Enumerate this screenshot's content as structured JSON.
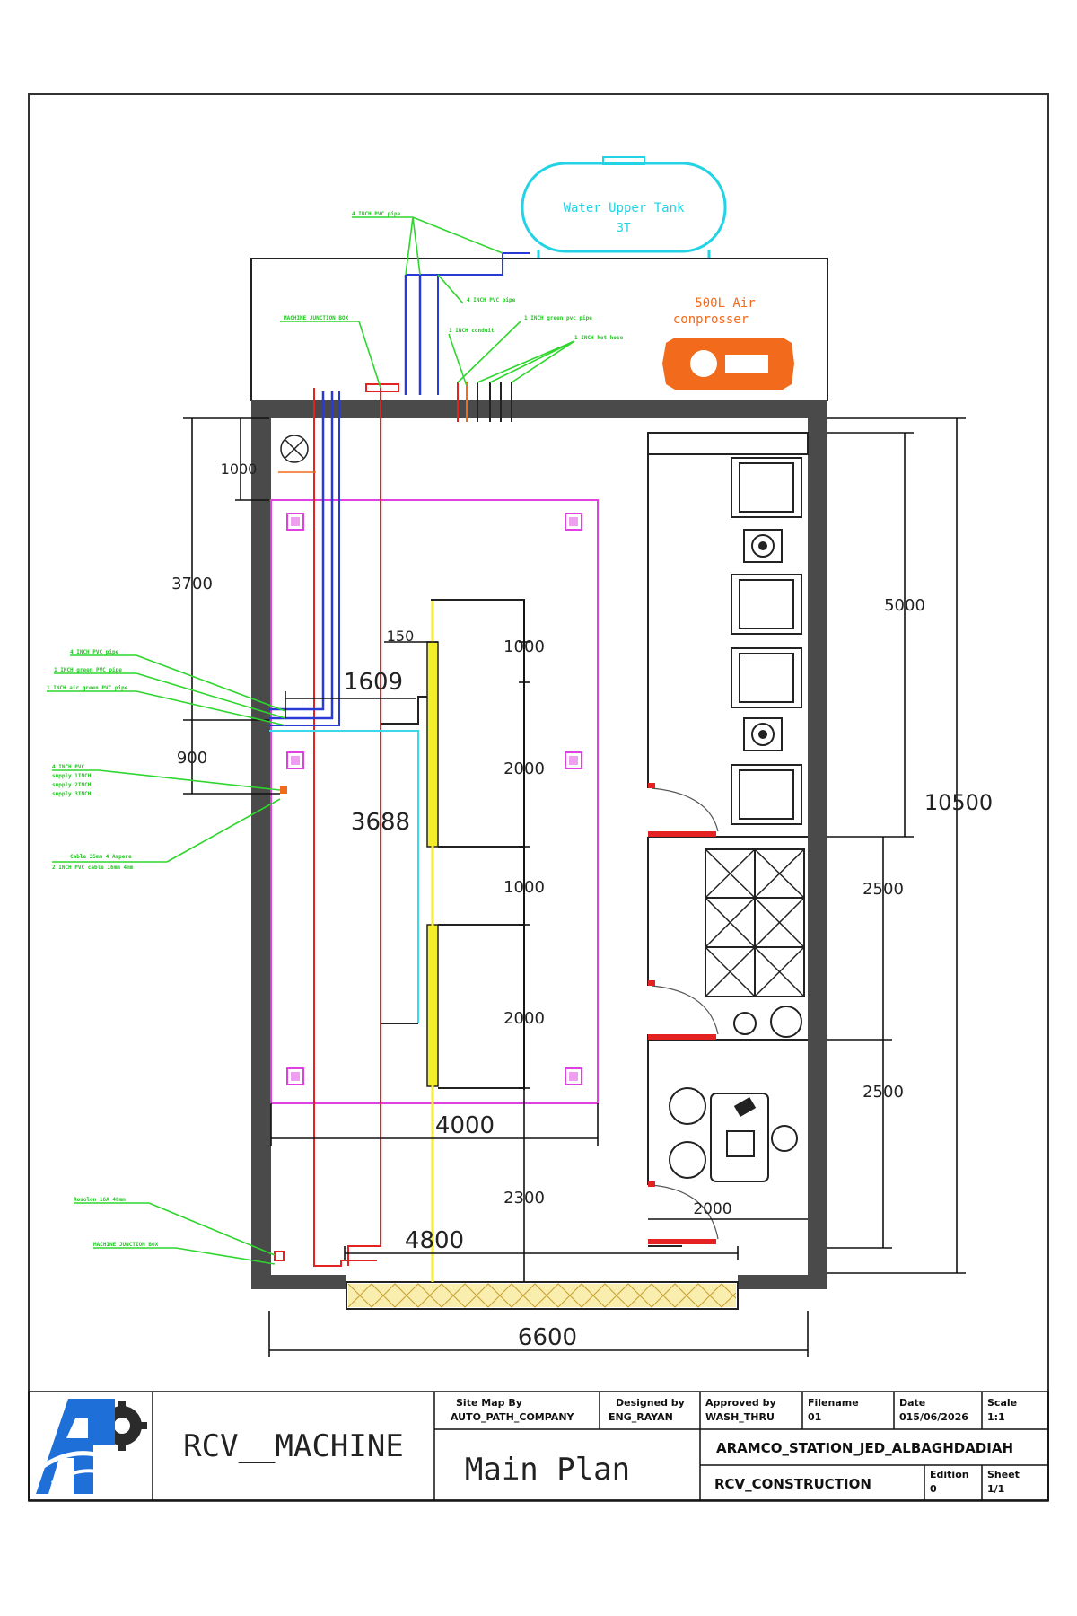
{
  "colors": {
    "wall": "#4a4a4a",
    "tank": "#22d3e6",
    "compressor": "#f26a1b",
    "leader": "#2ed62e",
    "pipe_red": "#e52222",
    "pipe_blue": "#2a3ad6",
    "pipe_cyan": "#3ad8e8",
    "pipe_yellow": "#f4ee2a",
    "bay_outline": "#e040e0",
    "door_red": "#e52222",
    "hatch": "#f7e27a"
  },
  "tank": {
    "line1": "Water Upper Tank",
    "line2": "3T"
  },
  "compressor": {
    "line1": "500L Air",
    "line2": "conprosser"
  },
  "leaders": {
    "top_a": "4 INCH PVC pipe",
    "top_b": "4 INCH PVC pipe",
    "top_c": "1 INCH conduit",
    "top_d": "1 INCH green pvc pipe",
    "top_e": "1 INCH hot hose",
    "top_f": "MACHINE JUNCTION BOX",
    "left_a": "4 INCH PVC pipe",
    "left_b": "1 INCH green PVC pipe",
    "left_c": "1 INCH air green PVC pipe",
    "left_d1": "4 INCH PVC",
    "left_d2": "supply 1INCH",
    "left_d3": "supply 2INCH",
    "left_d4": "supply 3INCH",
    "left_e1": "Cable 35mm 4 Ampere",
    "left_e2": "2 INCH PVC cable 16mm 4mm",
    "bottom_a": "Rosolon 16A 40mm",
    "bottom_b": "MACHINE JUNCTION BOX"
  },
  "dimensions": {
    "d1000_top": "1000",
    "d3700": "3700",
    "d900": "900",
    "d150": "150",
    "d1609": "1609",
    "d3688": "3688",
    "d1000_a": "1000",
    "d2000_a": "2000",
    "d1000_b": "1000",
    "d2000_b": "2000",
    "d4000": "4000",
    "d2300": "2300",
    "d4800": "4800",
    "d6600": "6600",
    "d5000": "5000",
    "d2500_a": "2500",
    "d2500_b": "2500",
    "d2000_room": "2000",
    "d10500": "10500"
  },
  "title_block": {
    "project_name": "RCV__MACHINE",
    "drawing_title": "Main Plan",
    "site_map_label": "Site Map By",
    "site_map_value": "AUTO_PATH_COMPANY",
    "designed_label": "Designed by",
    "designed_value": "ENG_RAYAN",
    "approved_label": "Approved by",
    "approved_value": "WASH_THRU",
    "filename_label": "Filename",
    "filename_value": "01",
    "date_label": "Date",
    "date_value": "015/06/2026",
    "scale_label": "Scale",
    "scale_value": "1:1",
    "site": "ARAMCO_STATION_JED_ALBAGHDADIAH",
    "construction": "RCV_CONSTRUCTION",
    "edition_label": "Edition",
    "edition_value": "0",
    "sheet_label": "Sheet",
    "sheet_value": "1/1"
  }
}
